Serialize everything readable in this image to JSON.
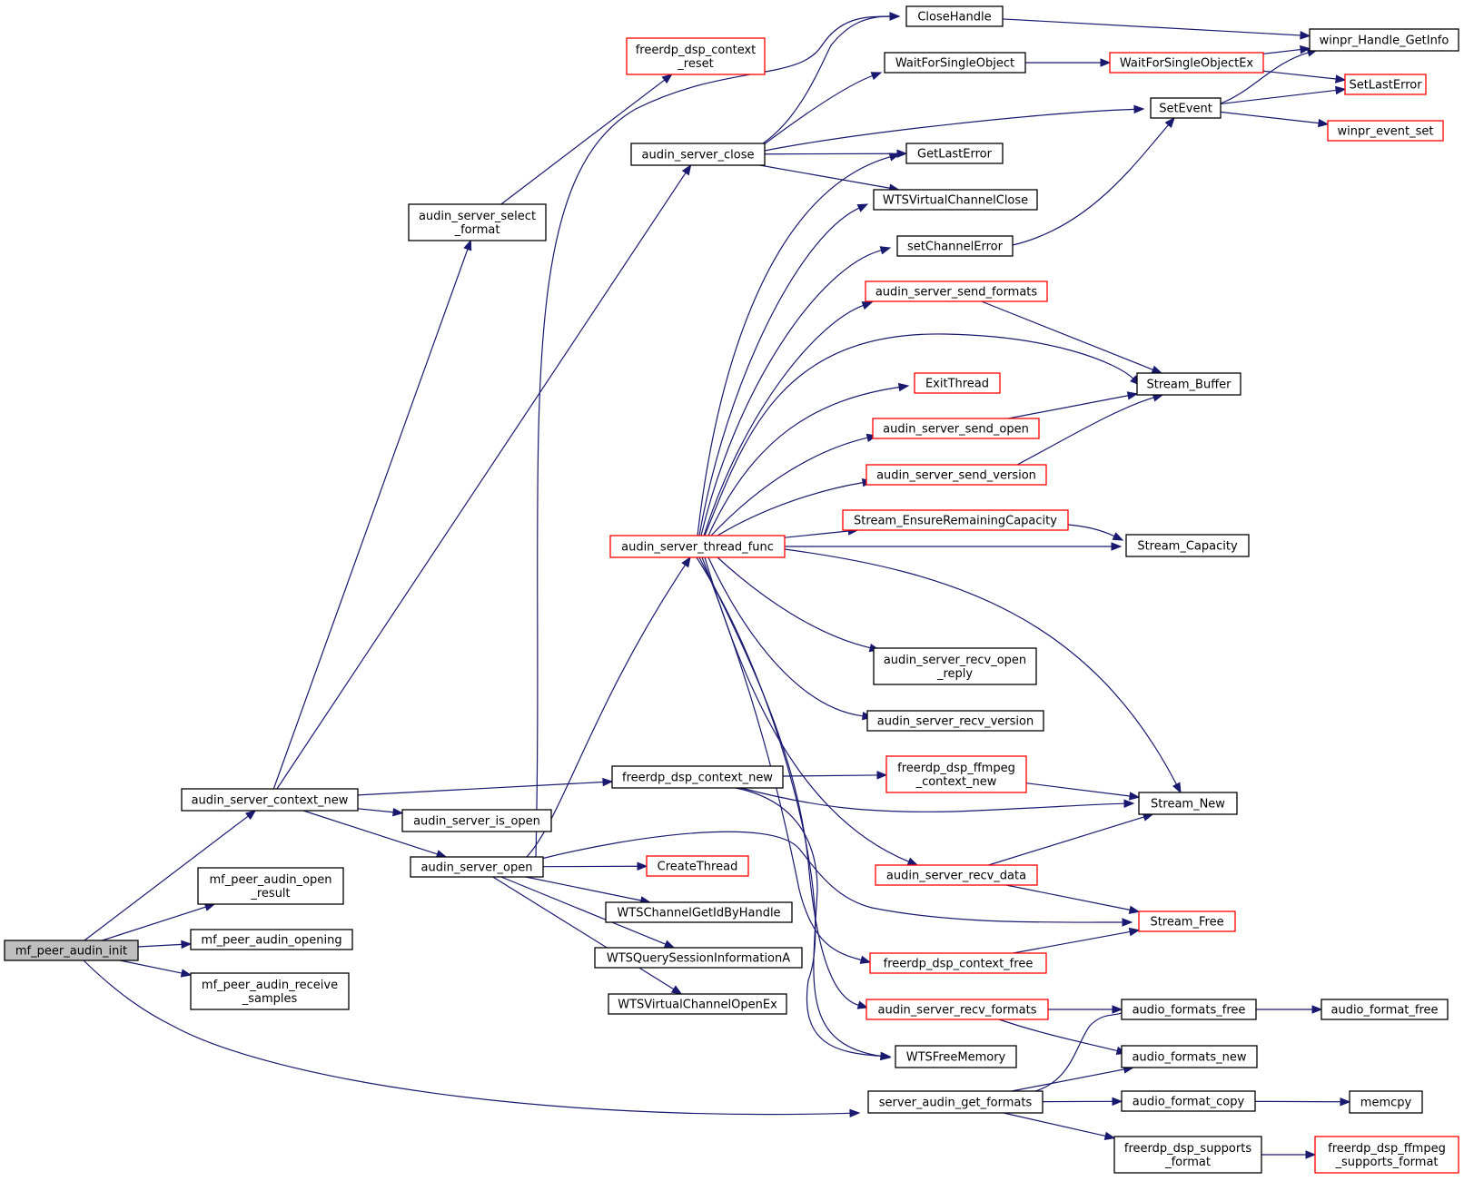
{
  "diagram": {
    "nodes": [
      {
        "id": "root",
        "lines": [
          "mf_peer_audin_init"
        ],
        "style": "root"
      },
      {
        "id": "ctxnew",
        "lines": [
          "audin_server_context_new"
        ],
        "style": "normal"
      },
      {
        "id": "openres",
        "lines": [
          "mf_peer_audin_open",
          "_result"
        ],
        "style": "normal"
      },
      {
        "id": "opening",
        "lines": [
          "mf_peer_audin_opening"
        ],
        "style": "normal"
      },
      {
        "id": "recvsamp",
        "lines": [
          "mf_peer_audin_receive",
          "_samples"
        ],
        "style": "normal"
      },
      {
        "id": "selfmt",
        "lines": [
          "audin_server_select",
          "_format"
        ],
        "style": "normal"
      },
      {
        "id": "isopen",
        "lines": [
          "audin_server_is_open"
        ],
        "style": "normal"
      },
      {
        "id": "sopen",
        "lines": [
          "audin_server_open"
        ],
        "style": "normal"
      },
      {
        "id": "dspreset",
        "lines": [
          "freerdp_dsp_context",
          "_reset"
        ],
        "style": "red"
      },
      {
        "id": "sclose",
        "lines": [
          "audin_server_close"
        ],
        "style": "normal"
      },
      {
        "id": "thread",
        "lines": [
          "audin_server_thread_func"
        ],
        "style": "red"
      },
      {
        "id": "dspnew",
        "lines": [
          "freerdp_dsp_context_new"
        ],
        "style": "normal"
      },
      {
        "id": "createthr",
        "lines": [
          "CreateThread"
        ],
        "style": "red"
      },
      {
        "id": "wtsid",
        "lines": [
          "WTSChannelGetIdByHandle"
        ],
        "style": "normal"
      },
      {
        "id": "wtsquery",
        "lines": [
          "WTSQuerySessionInformationA"
        ],
        "style": "normal"
      },
      {
        "id": "wtsopen",
        "lines": [
          "WTSVirtualChannelOpenEx"
        ],
        "style": "normal"
      },
      {
        "id": "getfmts",
        "lines": [
          "server_audin_get_formats"
        ],
        "style": "normal"
      },
      {
        "id": "closeh",
        "lines": [
          "CloseHandle"
        ],
        "style": "normal"
      },
      {
        "id": "wait",
        "lines": [
          "WaitForSingleObject"
        ],
        "style": "normal"
      },
      {
        "id": "getlast",
        "lines": [
          "GetLastError"
        ],
        "style": "normal"
      },
      {
        "id": "wtsclose",
        "lines": [
          "WTSVirtualChannelClose"
        ],
        "style": "normal"
      },
      {
        "id": "setchan",
        "lines": [
          "setChannelError"
        ],
        "style": "normal"
      },
      {
        "id": "sendfmts",
        "lines": [
          "audin_server_send_formats"
        ],
        "style": "red"
      },
      {
        "id": "exitthr",
        "lines": [
          "ExitThread"
        ],
        "style": "red"
      },
      {
        "id": "sendopen",
        "lines": [
          "audin_server_send_open"
        ],
        "style": "red"
      },
      {
        "id": "sendver",
        "lines": [
          "audin_server_send_version"
        ],
        "style": "red"
      },
      {
        "id": "ensure",
        "lines": [
          "Stream_EnsureRemainingCapacity"
        ],
        "style": "red"
      },
      {
        "id": "recvopenrep",
        "lines": [
          "audin_server_recv_open",
          "_reply"
        ],
        "style": "normal"
      },
      {
        "id": "recvver",
        "lines": [
          "audin_server_recv_version"
        ],
        "style": "normal"
      },
      {
        "id": "ffnew",
        "lines": [
          "freerdp_dsp_ffmpeg",
          "_context_new"
        ],
        "style": "red"
      },
      {
        "id": "recvdata",
        "lines": [
          "audin_server_recv_data"
        ],
        "style": "red"
      },
      {
        "id": "dspfree",
        "lines": [
          "freerdp_dsp_context_free"
        ],
        "style": "red"
      },
      {
        "id": "recvfmts",
        "lines": [
          "audin_server_recv_formats"
        ],
        "style": "red"
      },
      {
        "id": "wtsfree",
        "lines": [
          "WTSFreeMemory"
        ],
        "style": "normal"
      },
      {
        "id": "waitex",
        "lines": [
          "WaitForSingleObjectEx"
        ],
        "style": "red"
      },
      {
        "id": "setevent",
        "lines": [
          "SetEvent"
        ],
        "style": "normal"
      },
      {
        "id": "sbuf",
        "lines": [
          "Stream_Buffer"
        ],
        "style": "normal"
      },
      {
        "id": "scap",
        "lines": [
          "Stream_Capacity"
        ],
        "style": "normal"
      },
      {
        "id": "snew",
        "lines": [
          "Stream_New"
        ],
        "style": "normal"
      },
      {
        "id": "sfree",
        "lines": [
          "Stream_Free"
        ],
        "style": "red"
      },
      {
        "id": "afree",
        "lines": [
          "audio_formats_free"
        ],
        "style": "normal"
      },
      {
        "id": "anew",
        "lines": [
          "audio_formats_new"
        ],
        "style": "normal"
      },
      {
        "id": "acopy",
        "lines": [
          "audio_format_copy"
        ],
        "style": "normal"
      },
      {
        "id": "supports",
        "lines": [
          "freerdp_dsp_supports",
          "_format"
        ],
        "style": "normal"
      },
      {
        "id": "hinfo",
        "lines": [
          "winpr_Handle_GetInfo"
        ],
        "style": "normal"
      },
      {
        "id": "setlasterr",
        "lines": [
          "SetLastError"
        ],
        "style": "red"
      },
      {
        "id": "evset",
        "lines": [
          "winpr_event_set"
        ],
        "style": "red"
      },
      {
        "id": "afmtfree",
        "lines": [
          "audio_format_free"
        ],
        "style": "normal"
      },
      {
        "id": "memcpy",
        "lines": [
          "memcpy"
        ],
        "style": "normal"
      },
      {
        "id": "ffsupp",
        "lines": [
          "freerdp_dsp_ffmpeg",
          "_supports_format"
        ],
        "style": "red"
      }
    ],
    "edges": [
      [
        "root",
        "ctxnew"
      ],
      [
        "root",
        "openres"
      ],
      [
        "root",
        "opening"
      ],
      [
        "root",
        "recvsamp"
      ],
      [
        "root",
        "getfmts"
      ],
      [
        "ctxnew",
        "selfmt"
      ],
      [
        "ctxnew",
        "sclose"
      ],
      [
        "ctxnew",
        "dspnew"
      ],
      [
        "ctxnew",
        "isopen"
      ],
      [
        "ctxnew",
        "sopen"
      ],
      [
        "selfmt",
        "dspreset"
      ],
      [
        "sopen",
        "closeh"
      ],
      [
        "sopen",
        "thread"
      ],
      [
        "sopen",
        "createthr"
      ],
      [
        "sopen",
        "wtsid"
      ],
      [
        "sopen",
        "wtsquery"
      ],
      [
        "sopen",
        "wtsopen"
      ],
      [
        "sopen",
        "sfree"
      ],
      [
        "sclose",
        "closeh"
      ],
      [
        "sclose",
        "wait"
      ],
      [
        "sclose",
        "setevent"
      ],
      [
        "sclose",
        "getlast"
      ],
      [
        "sclose",
        "wtsclose"
      ],
      [
        "thread",
        "getlast"
      ],
      [
        "thread",
        "wtsclose"
      ],
      [
        "thread",
        "setchan"
      ],
      [
        "thread",
        "sendfmts"
      ],
      [
        "thread",
        "sbuf"
      ],
      [
        "thread",
        "exitthr"
      ],
      [
        "thread",
        "sendopen"
      ],
      [
        "thread",
        "sendver"
      ],
      [
        "thread",
        "ensure"
      ],
      [
        "thread",
        "scap"
      ],
      [
        "thread",
        "snew"
      ],
      [
        "thread",
        "recvopenrep"
      ],
      [
        "thread",
        "recvver"
      ],
      [
        "thread",
        "recvdata"
      ],
      [
        "thread",
        "dspfree"
      ],
      [
        "thread",
        "recvfmts"
      ],
      [
        "thread",
        "wtsfree"
      ],
      [
        "dspnew",
        "ffnew"
      ],
      [
        "dspnew",
        "snew"
      ],
      [
        "dspnew",
        "wtsfree"
      ],
      [
        "getfmts",
        "afree"
      ],
      [
        "getfmts",
        "anew"
      ],
      [
        "getfmts",
        "acopy"
      ],
      [
        "getfmts",
        "supports"
      ],
      [
        "closeh",
        "hinfo"
      ],
      [
        "wait",
        "waitex"
      ],
      [
        "waitex",
        "hinfo"
      ],
      [
        "waitex",
        "setlasterr"
      ],
      [
        "setevent",
        "hinfo"
      ],
      [
        "setevent",
        "setlasterr"
      ],
      [
        "setevent",
        "evset"
      ],
      [
        "setchan",
        "setevent"
      ],
      [
        "sendfmts",
        "sbuf"
      ],
      [
        "sendopen",
        "sbuf"
      ],
      [
        "sendver",
        "sbuf"
      ],
      [
        "ensure",
        "scap"
      ],
      [
        "ffnew",
        "snew"
      ],
      [
        "recvdata",
        "snew"
      ],
      [
        "recvdata",
        "sfree"
      ],
      [
        "dspfree",
        "sfree"
      ],
      [
        "recvfmts",
        "afree"
      ],
      [
        "recvfmts",
        "anew"
      ],
      [
        "afree",
        "afmtfree"
      ],
      [
        "acopy",
        "memcpy"
      ],
      [
        "supports",
        "ffsupp"
      ]
    ]
  }
}
